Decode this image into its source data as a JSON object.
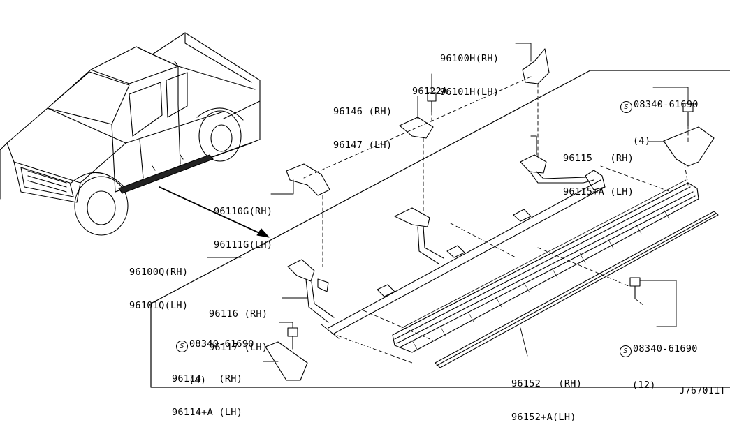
{
  "diagram_code": "J767011T",
  "labels": {
    "p96100h": {
      "rh": "96100H(RH)",
      "lh": "96101H(LH)"
    },
    "p96122a": {
      "text": "96122A"
    },
    "p96146": {
      "rh": "96146 (RH)",
      "lh": "96147 (LH)"
    },
    "p08340_top": {
      "mark": "S",
      "part": "08340-61690",
      "qty": "(4)"
    },
    "p96115": {
      "rh": "96115   (RH)",
      "lh": "96115+A (LH)"
    },
    "p96110g": {
      "rh": "96110G(RH)",
      "lh": "96111G(LH)"
    },
    "p96100q": {
      "rh": "96100Q(RH)",
      "lh": "96101Q(LH)"
    },
    "p96116": {
      "rh": "96116 (RH)",
      "lh": "96117 (LH)"
    },
    "p08340_left": {
      "mark": "S",
      "part": "08340-61690",
      "qty": "(4)"
    },
    "p08340_right": {
      "mark": "S",
      "part": "08340-61690",
      "qty": "(12)"
    },
    "p96114": {
      "rh": "96114   (RH)",
      "lh": "96114+A (LH)"
    },
    "p96152": {
      "rh": "96152   (RH)",
      "lh": "96152+A(LH)"
    }
  }
}
